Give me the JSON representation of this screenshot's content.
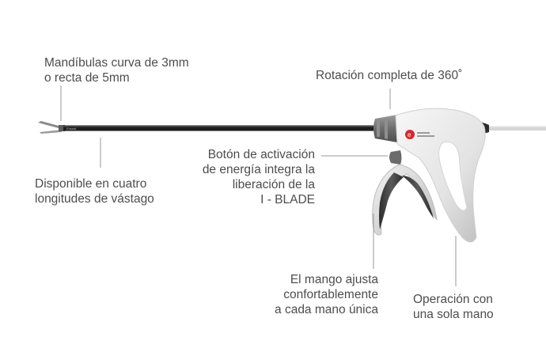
{
  "callouts": {
    "jaws": [
      "Mandíbulas curva de 3mm",
      "o recta de 5mm"
    ],
    "rotation": [
      "Rotación completa de 360˚"
    ],
    "shaft": [
      "Disponible en cuatro",
      "longitudes de vástago"
    ],
    "activation_button": [
      "Botón de activación",
      "de energía integra la",
      "liberación de la",
      "I - BLADE"
    ],
    "handle": [
      "El mango ajusta",
      "confortablemente",
      "a cada mano única"
    ],
    "one_hand": [
      "Operación con",
      "una sola mano"
    ]
  },
  "device": {
    "name": "laparoscopic-sealer-divider",
    "colors": {
      "shaft": "#1e1e1e",
      "body": "#ececec",
      "body_shadow": "#c9c9c9",
      "rotation_knob": "#7a7a7a",
      "grip_dark": "#3a3a3a",
      "logo_red": "#d7282f",
      "leader_line": "#9a9a9a"
    }
  }
}
